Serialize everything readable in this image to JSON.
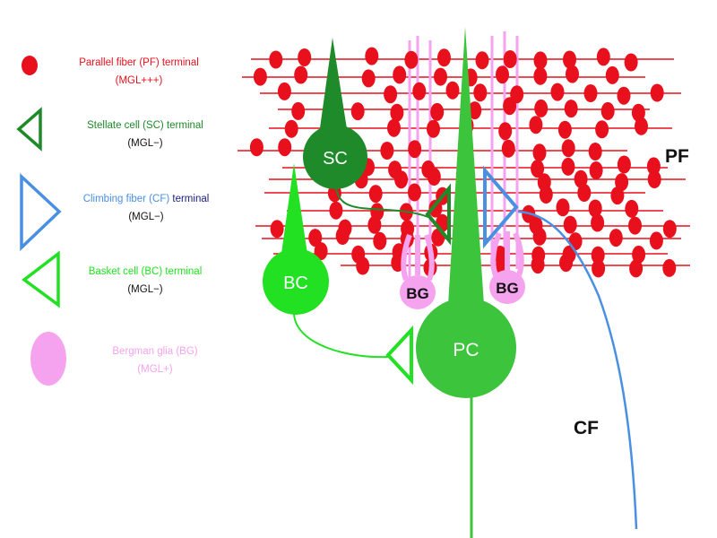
{
  "legend": {
    "pf": {
      "line1": "Parallel fiber (PF) terminal",
      "line2": "(MGL+++)"
    },
    "sc": {
      "line1": "Stellate cell (SC) terminal",
      "line2": "(MGL−)"
    },
    "cf": {
      "line1a": "Climbing fiber (CF)",
      "line1b": " terminal",
      "line2": "(MGL−)"
    },
    "bc": {
      "line1": "Basket cell (BC) terminal",
      "line2": "(MGL−)"
    },
    "bg": {
      "line1": "Bergman glia (BG)",
      "line2": "(MGL+)"
    }
  },
  "labels": {
    "sc": "SC",
    "bc": "BC",
    "pc": "PC",
    "bg_left": "BG",
    "bg_right": "BG",
    "pf": "PF",
    "cf": "CF"
  },
  "colors": {
    "pf_red": "#e8101c",
    "sc_dark_green": "#1f8a2a",
    "bc_bright_green": "#22e022",
    "pc_green": "#3cc43c",
    "cf_blue": "#4a90e2",
    "bg_pink": "#f5a3ee",
    "cf_text_dark_blue": "#1a237e"
  }
}
